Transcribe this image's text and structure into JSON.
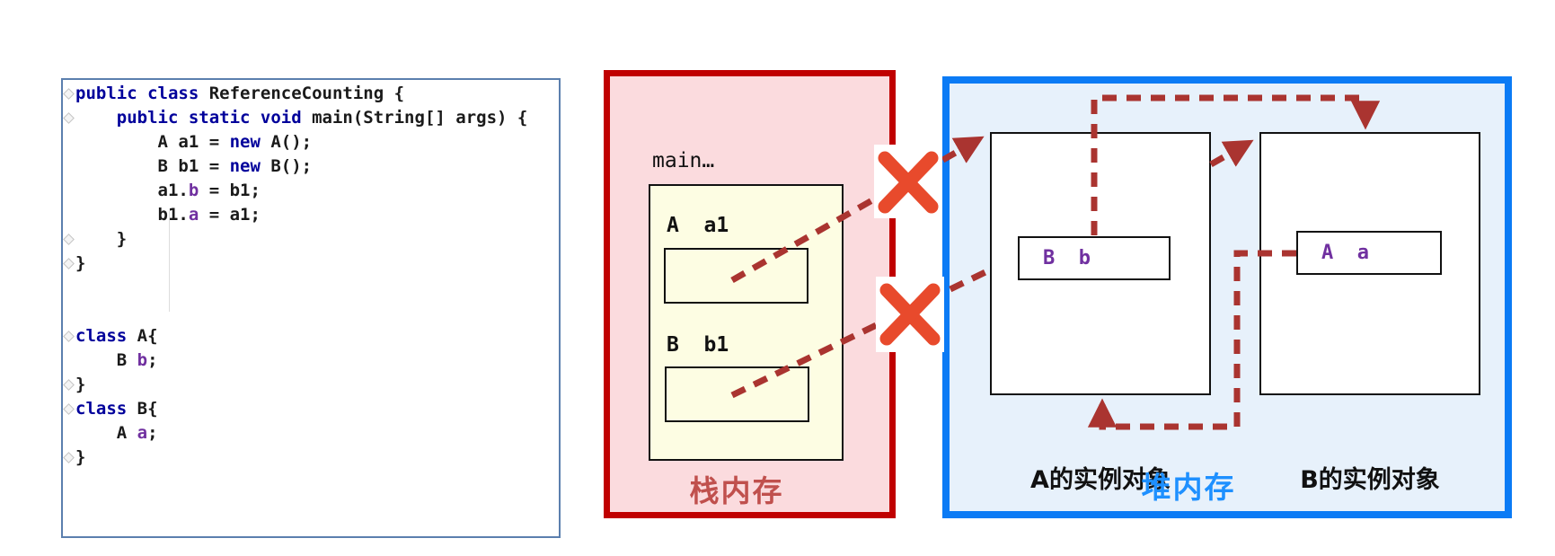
{
  "colors": {
    "stack_border": "#C00000",
    "stack_fill": "#FBDBDE",
    "stack_title": "#C0504D",
    "frame_fill": "#FDFDE3",
    "heap_border": "#0B7BF5",
    "heap_fill": "#E7F1FB",
    "heap_title": "#1E90FF",
    "reference_arrow": "#AA3430",
    "cross_mark": "#E84A2C",
    "code_keyword": "#00009B",
    "code_field": "#7030A0",
    "code_text": "#1A1A1A",
    "code_panel_border": "#5B7FAE"
  },
  "code_panel": {
    "lines": [
      {
        "fold": true,
        "tokens": [
          {
            "text": "public ",
            "type": "kw"
          },
          {
            "text": "class ",
            "type": "kw"
          },
          {
            "text": "ReferenceCounting {",
            "type": "pl"
          }
        ]
      },
      {
        "fold": true,
        "tokens": [
          {
            "text": "    ",
            "type": "pl"
          },
          {
            "text": "public static void ",
            "type": "kw"
          },
          {
            "text": "main(String[] args) {",
            "type": "pl"
          }
        ]
      },
      {
        "fold": false,
        "tokens": [
          {
            "text": "        A a1 = ",
            "type": "pl"
          },
          {
            "text": "new",
            "type": "kw"
          },
          {
            "text": " A();",
            "type": "pl"
          }
        ]
      },
      {
        "fold": false,
        "tokens": [
          {
            "text": "        B b1 = ",
            "type": "pl"
          },
          {
            "text": "new",
            "type": "kw"
          },
          {
            "text": " B();",
            "type": "pl"
          }
        ]
      },
      {
        "fold": false,
        "tokens": [
          {
            "text": "        a1.",
            "type": "pl"
          },
          {
            "text": "b",
            "type": "fld"
          },
          {
            "text": " = b1;",
            "type": "pl"
          }
        ]
      },
      {
        "fold": false,
        "tokens": [
          {
            "text": "        b1.",
            "type": "pl"
          },
          {
            "text": "a",
            "type": "fld"
          },
          {
            "text": " = a1;",
            "type": "pl"
          }
        ]
      },
      {
        "fold": true,
        "tokens": [
          {
            "text": "    }",
            "type": "pl"
          }
        ]
      },
      {
        "fold": true,
        "tokens": [
          {
            "text": "}",
            "type": "pl"
          }
        ]
      },
      {
        "fold": false,
        "tokens": []
      },
      {
        "fold": false,
        "tokens": []
      },
      {
        "fold": true,
        "tokens": [
          {
            "text": "class",
            "type": "kw"
          },
          {
            "text": " A{",
            "type": "pl"
          }
        ]
      },
      {
        "fold": false,
        "tokens": [
          {
            "text": "    B ",
            "type": "pl"
          },
          {
            "text": "b",
            "type": "fld"
          },
          {
            "text": ";",
            "type": "pl"
          }
        ]
      },
      {
        "fold": true,
        "tokens": [
          {
            "text": "}",
            "type": "pl"
          }
        ]
      },
      {
        "fold": true,
        "tokens": [
          {
            "text": "class",
            "type": "kw"
          },
          {
            "text": " B{",
            "type": "pl"
          }
        ]
      },
      {
        "fold": false,
        "tokens": [
          {
            "text": "    A ",
            "type": "pl"
          },
          {
            "text": "a",
            "type": "fld"
          },
          {
            "text": ";",
            "type": "pl"
          }
        ]
      },
      {
        "fold": true,
        "tokens": [
          {
            "text": "}",
            "type": "pl"
          }
        ]
      }
    ]
  },
  "stack": {
    "title": "栈内存",
    "frame_label": "main…",
    "var_a1_label": "A  a1",
    "var_b1_label": "B  b1"
  },
  "heap": {
    "title": "堆内存",
    "object_a": {
      "label": "A的实例对象",
      "field_label": "B  b"
    },
    "object_b": {
      "label": "B的实例对象",
      "field_label": "A  a"
    }
  }
}
